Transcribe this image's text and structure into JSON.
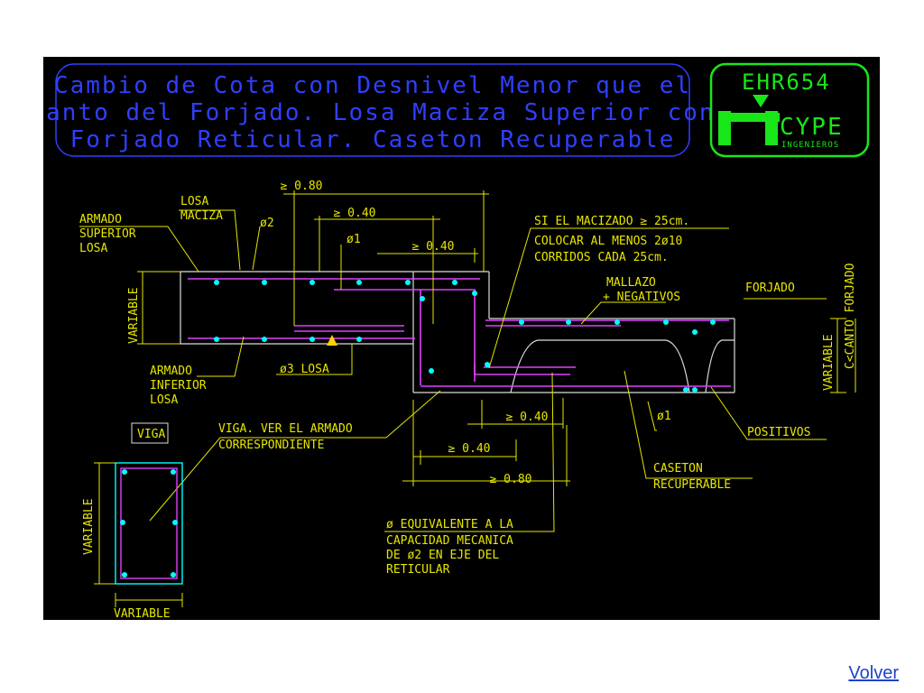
{
  "title_lines": [
    "Cambio de Cota con Desnivel Menor que el",
    "Canto del Forjado. Losa Maciza Superior con",
    "Forjado Reticular. Caseton Recuperable"
  ],
  "logo": {
    "code": "EHR654",
    "brand": "CYPE",
    "sub": "INGENIEROS"
  },
  "dims": {
    "d080_top": "≥ 0.80",
    "d040_a": "≥ 0.40",
    "d040_b": "≥ 0.40",
    "d040_c": "≥ 0.40",
    "d040_d": "≥ 0.40",
    "d080_bottom": "≥ 0.80"
  },
  "labels": {
    "losa_maciza_1": "LOSA",
    "losa_maciza_2": "MACIZA",
    "armado_sup_1": "ARMADO",
    "armado_sup_2": "SUPERIOR",
    "armado_sup_3": "LOSA",
    "phi2": "ø2",
    "phi1_top": "ø1",
    "note_1": "SI EL MACIZADO ≥ 25cm.",
    "note_2": "COLOCAR AL MENOS 2ø10",
    "note_3": "CORRIDOS CADA 25cm.",
    "mallazo_1": "MALLAZO",
    "mallazo_2": "+ NEGATIVOS",
    "forjado": "FORJADO",
    "variable_left": "VARIABLE",
    "canto_forjado": "C<CANTO FORJADO",
    "variable_right": "VARIABLE",
    "armado_inf_1": "ARMADO",
    "armado_inf_2": "INFERIOR",
    "armado_inf_3": "LOSA",
    "phi3": "ø3 LOSA",
    "viga": "VIGA",
    "viga_note_1": "VIGA. VER EL ARMADO",
    "viga_note_2": "CORRESPONDIENTE",
    "phi1_bottom": "ø1",
    "positivos": "POSITIVOS",
    "caseton_1": "CASETON",
    "caseton_2": "RECUPERABLE",
    "equiv_1": "ø EQUIVALENTE A LA",
    "equiv_2": "CAPACIDAD MECANICA",
    "equiv_3": "DE ø2 EN EJE DEL",
    "equiv_4": "RETICULAR",
    "viga_var_vertical": "VARIABLE",
    "viga_var_horizontal": "VARIABLE"
  },
  "nav": {
    "back_link": "Volver"
  },
  "colors": {
    "background": "#000000",
    "title": "#2f3fff",
    "logo": "#19e619",
    "annotation": "#e6e600",
    "steel": "#e040ff",
    "concrete": "#dcdcdc",
    "rebar": "#00ffff"
  }
}
